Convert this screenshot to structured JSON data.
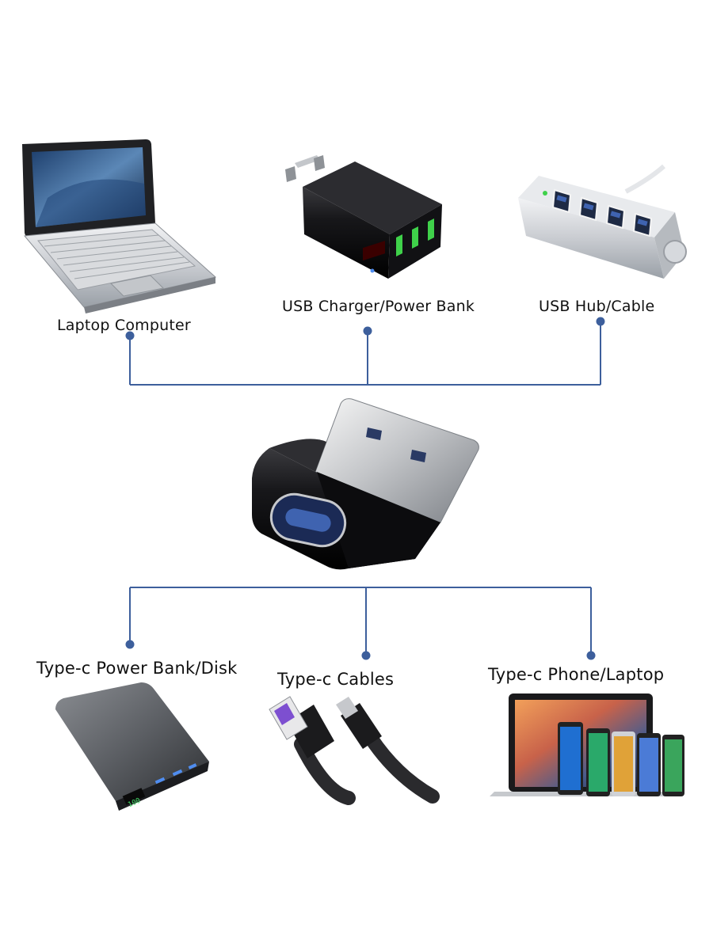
{
  "colors": {
    "connector_line": "#3d5f9c",
    "background": "#ffffff",
    "device_dark": "#1b1b1d",
    "device_silver": "#cfd2d6",
    "usb_blue": "#3f63b0",
    "led_green": "#3fd14a"
  },
  "hub": {
    "name": "usb-a-to-type-c-adapter"
  },
  "sources": [
    {
      "id": "laptop",
      "label": "Laptop Computer",
      "icon": "laptop-icon"
    },
    {
      "id": "charger",
      "label": "USB Charger/Power Bank",
      "icon": "wall-charger-icon"
    },
    {
      "id": "hub",
      "label": "USB Hub/Cable",
      "icon": "usb-hub-icon"
    }
  ],
  "targets": [
    {
      "id": "powerbank",
      "label": "Type-c Power Bank/Disk",
      "icon": "power-bank-icon",
      "display": "100"
    },
    {
      "id": "cables",
      "label": "Type-c Cables",
      "icon": "type-c-cable-icon"
    },
    {
      "id": "devices",
      "label": "Type-c Phone/Laptop",
      "icon": "phone-laptop-icon"
    }
  ]
}
